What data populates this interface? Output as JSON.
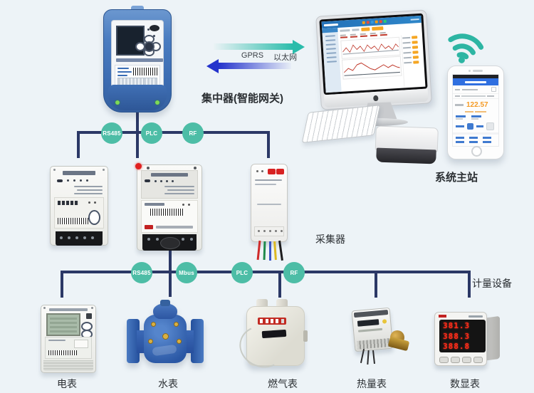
{
  "concentrator": {
    "label": "集中器(智能网关)"
  },
  "uplink": {
    "protocols": [
      "GPRS",
      "以太网"
    ]
  },
  "master_station": {
    "label": "系统主站",
    "phone_reading": "122.57"
  },
  "bus_upper": {
    "nodes": [
      "RS485",
      "PLC",
      "RF"
    ]
  },
  "bus_lower": {
    "nodes": [
      "RS485",
      "Mbus",
      "PLC",
      "RF"
    ]
  },
  "collector": {
    "label": "采集器"
  },
  "metering_group": {
    "label": "计量设备"
  },
  "meters": [
    {
      "label": "电表"
    },
    {
      "label": "水表"
    },
    {
      "label": "燃气表"
    },
    {
      "label": "热量表"
    },
    {
      "label": "数显表"
    }
  ],
  "digital_display": {
    "readings": [
      "381.3",
      "388.3",
      "388.8"
    ]
  },
  "colors": {
    "background": "#edf3f7",
    "bus_line_navy": "#2b3866",
    "node_teal": "#4dbda6",
    "arrow_teal": "#2abcab",
    "arrow_blue": "#2433cc",
    "wifi_teal": "#2db5a3",
    "highlight_orange": "#f59a23"
  }
}
